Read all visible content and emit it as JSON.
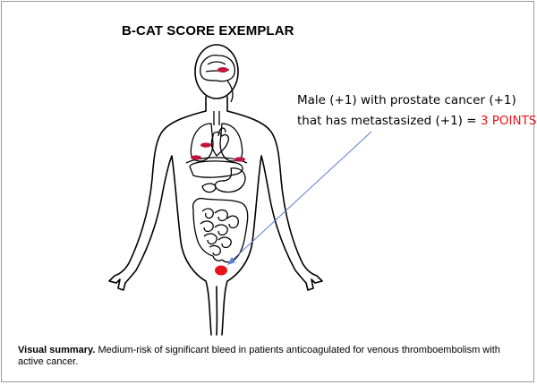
{
  "title": "B-CAT SCORE EXEMPLAR",
  "annotation": {
    "line1": "Male (+1) with prostate cancer (+1)",
    "line2_prefix": "that has metastasized (+1) = ",
    "line2_points": "3 POINTS"
  },
  "caption": {
    "lead": "Visual summary.",
    "text": " Medium-risk of significant bleed in patients anticoagulated for venous thromboembolism with active cancer."
  },
  "colors": {
    "points_text": "#e8131a",
    "arrow": "#5b7fd6",
    "metastasis_mark": "#c0143c",
    "prostate_mark": "#e8131a"
  }
}
